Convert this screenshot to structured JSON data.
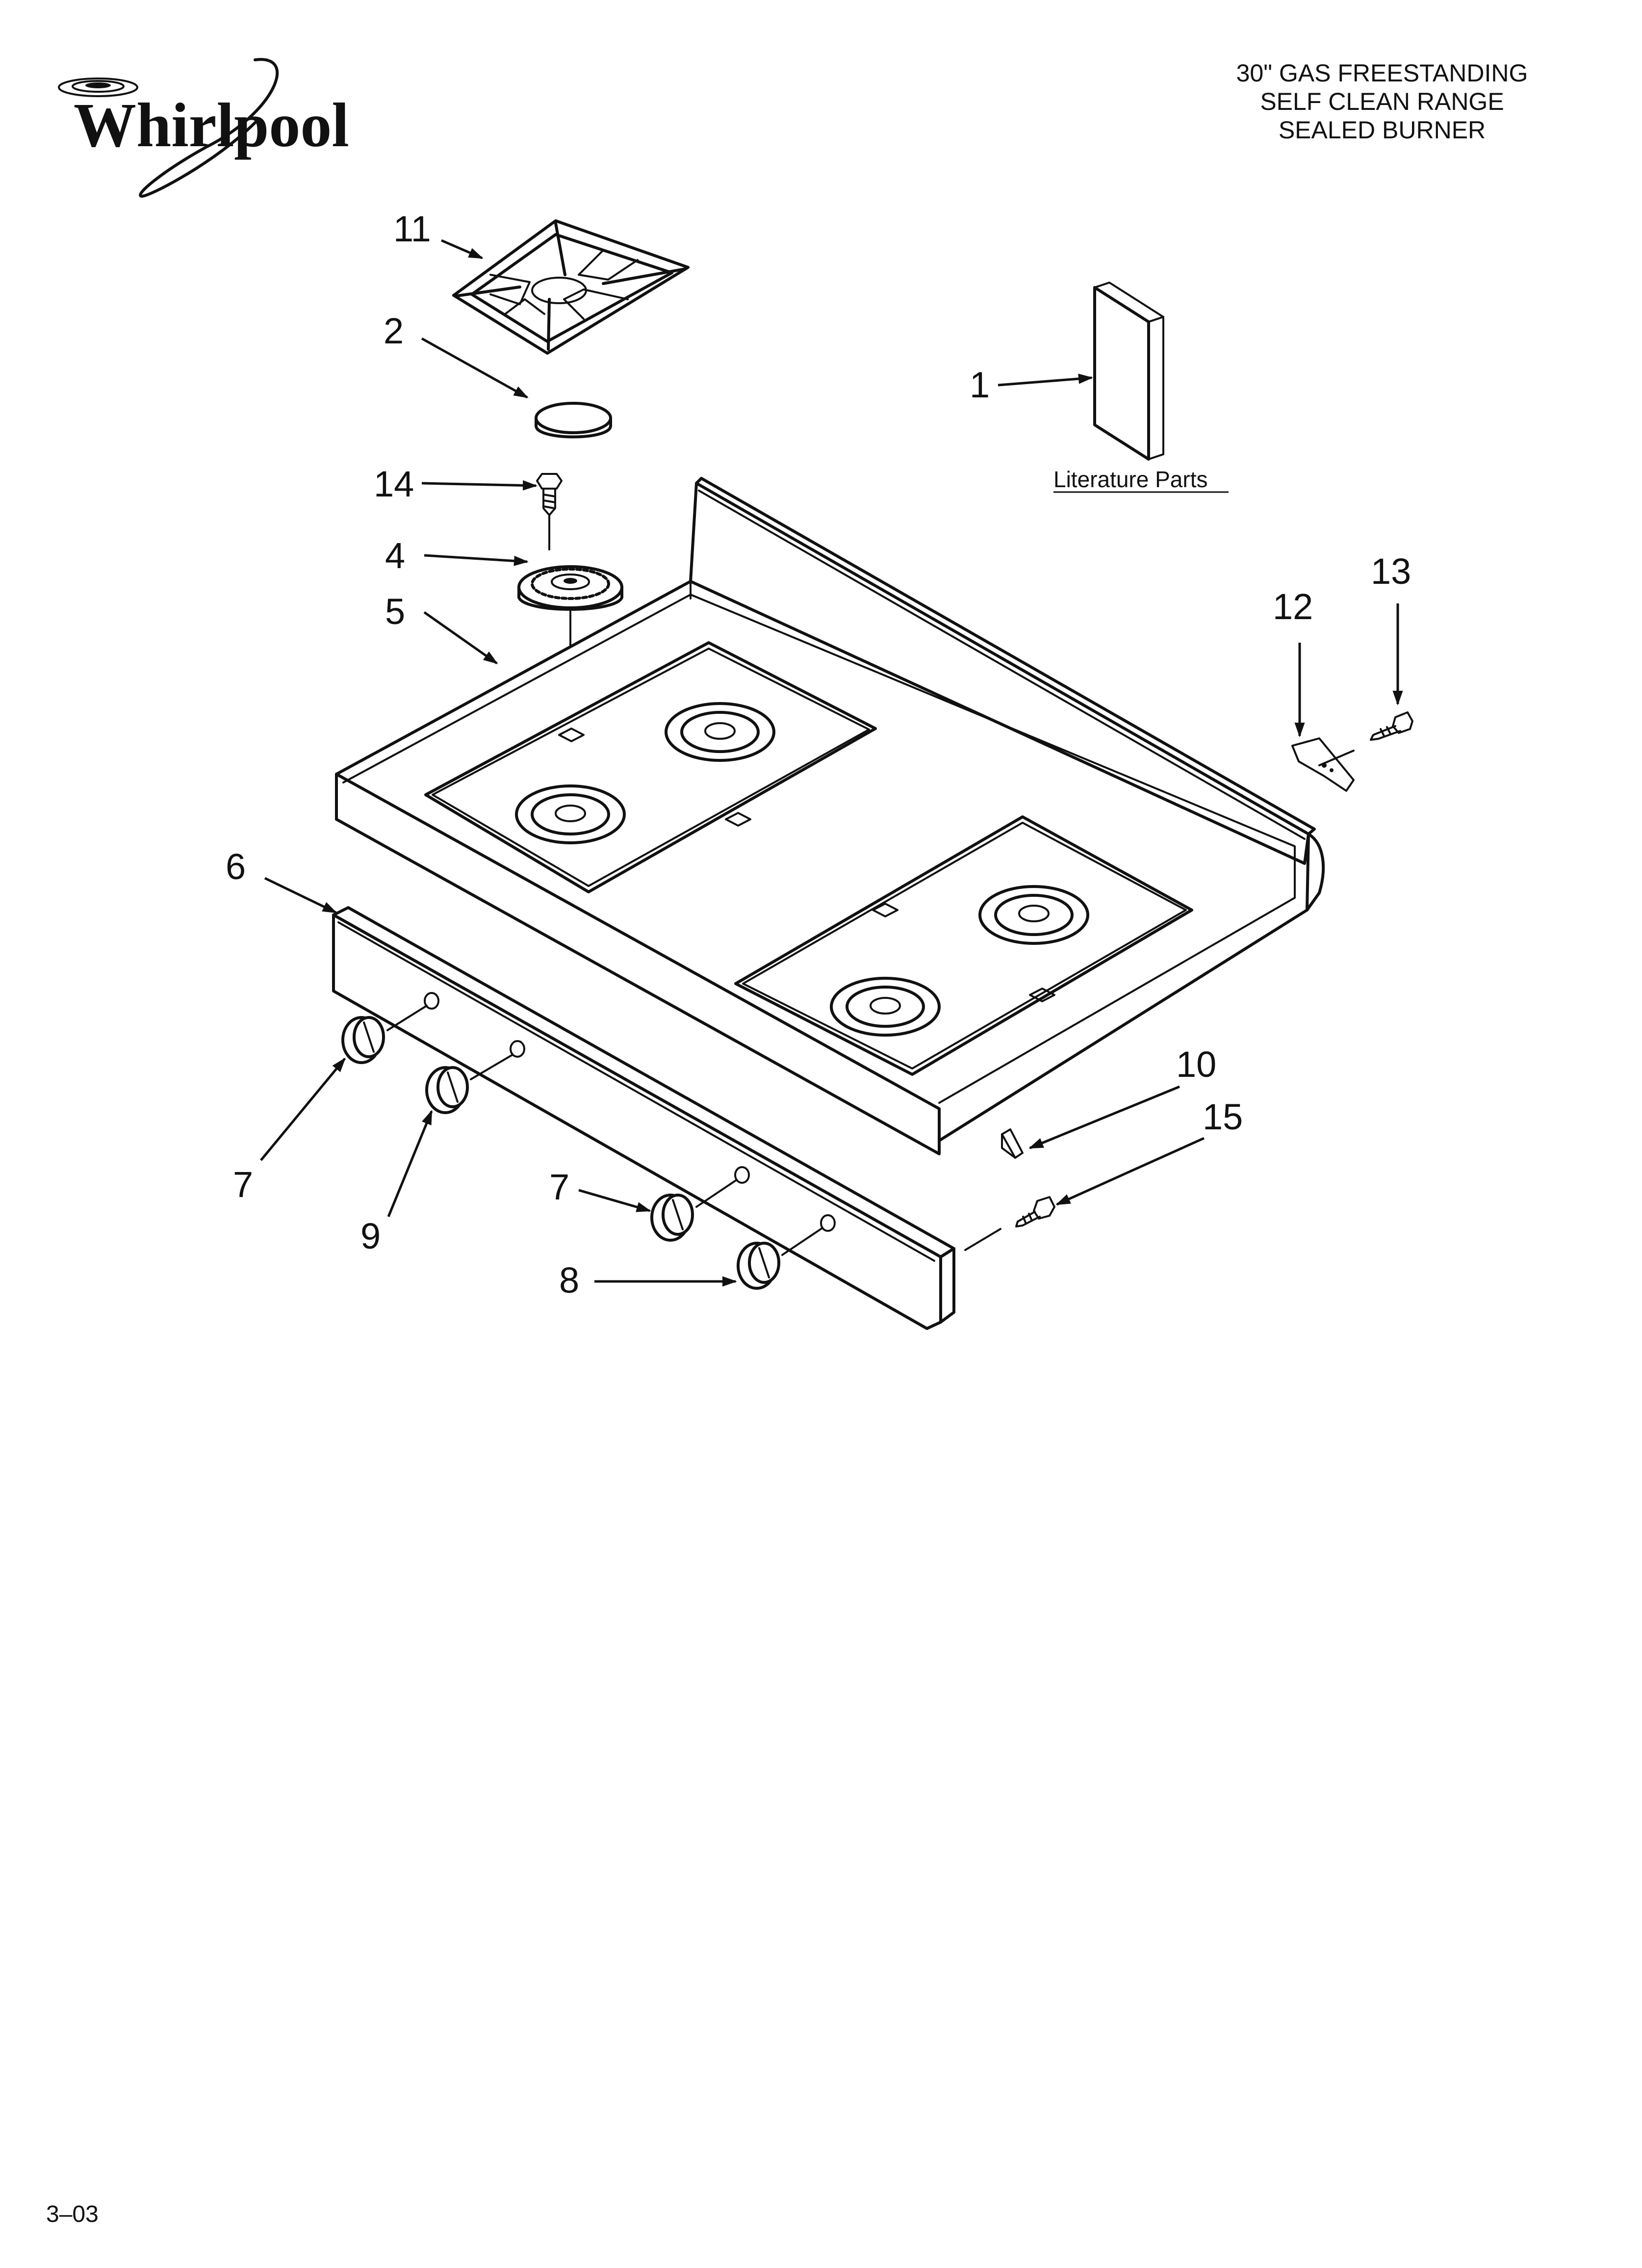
{
  "brand": {
    "name": "Whirlpool"
  },
  "header": {
    "lines": [
      "30\" GAS FREESTANDING",
      "SELF CLEAN RANGE",
      "SEALED BURNER"
    ]
  },
  "literature_label": "Literature Parts",
  "callouts": {
    "grate": "11",
    "burner_cap": "2",
    "screw_burner": "14",
    "burner_base": "4",
    "cooktop": "5",
    "literature": "1",
    "bracket": "12",
    "screw_bracket": "13",
    "manifold_panel": "6",
    "knob_left_front": "7",
    "knob_left_rear": "9",
    "knob_right_rear": "7",
    "knob_right_front": "8",
    "clip": "10",
    "screw_clip": "15"
  },
  "footer": {
    "code": "3–03"
  }
}
